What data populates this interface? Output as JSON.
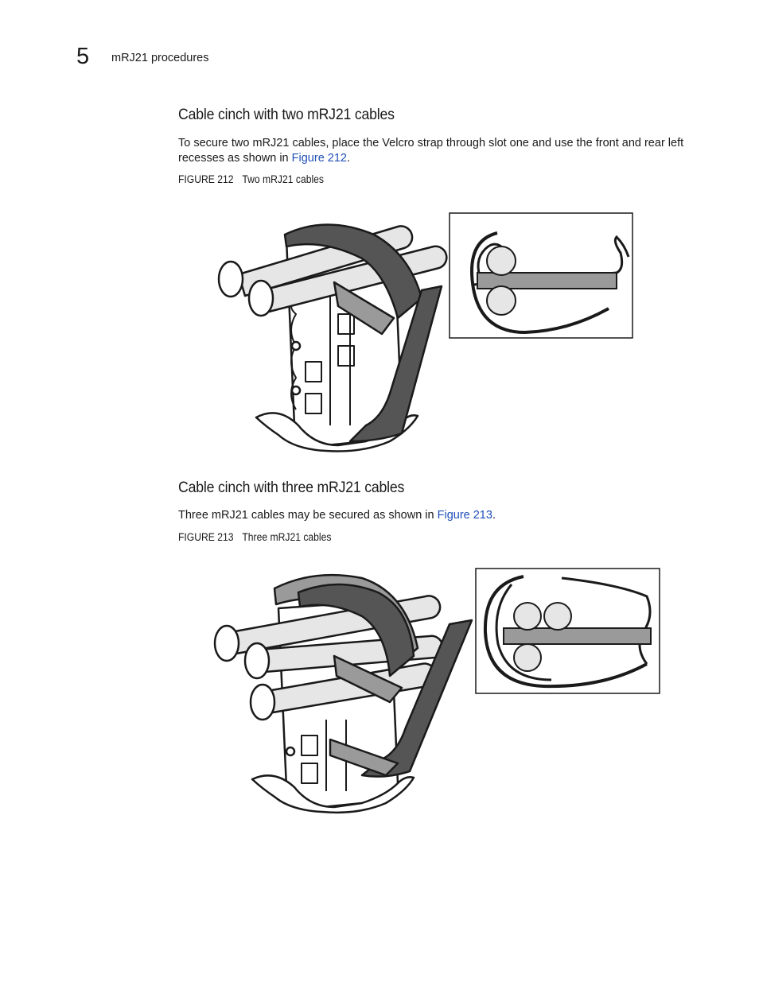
{
  "header": {
    "chapter_number": "5",
    "running_title": "mRJ21 procedures"
  },
  "section1": {
    "heading": "Cable cinch with two mRJ21 cables",
    "text_before": "To secure two mRJ21 cables, place the Velcro strap through slot one and use the front and rear left recesses as shown in ",
    "link": "Figure 212",
    "text_after": ".",
    "figure_number": "FIGURE 212",
    "figure_title": "Two mRJ21 cables"
  },
  "section2": {
    "heading": "Cable cinch with three mRJ21 cables",
    "text_before": "Three mRJ21 cables may be secured as shown in ",
    "link": "Figure 213",
    "text_after": ".",
    "figure_number": "FIGURE 213",
    "figure_title": "Three mRJ21 cables"
  },
  "colors": {
    "strap_dark": "#555555",
    "strap_mid": "#9a9a9a",
    "cable_fill": "#e6e6e6",
    "link": "#1f4fb8"
  }
}
